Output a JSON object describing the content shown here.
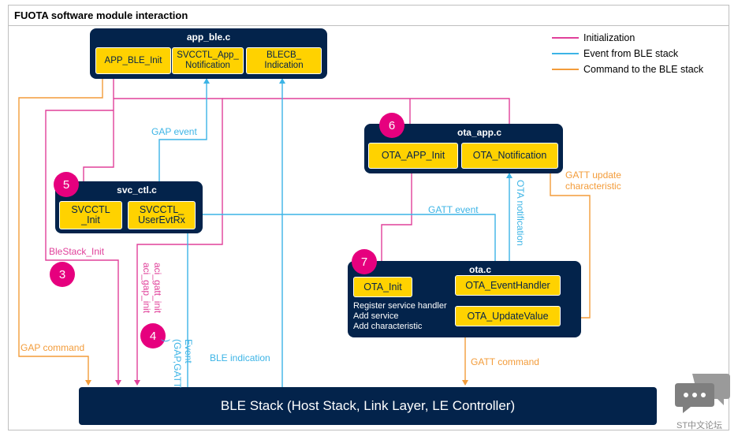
{
  "title": "FUOTA software module interaction",
  "colors": {
    "module_bg": "#03234b",
    "function_bg": "#ffd200",
    "initialization": "#e0409a",
    "event": "#3cb4e6",
    "command": "#f39c3a",
    "badge": "#e6007e"
  },
  "legend": [
    {
      "label": "Initialization",
      "color": "#e0409a"
    },
    {
      "label": "Event from BLE stack",
      "color": "#3cb4e6"
    },
    {
      "label": "Command to the BLE stack",
      "color": "#f39c3a"
    }
  ],
  "modules": {
    "app_ble": {
      "title": "app_ble.c",
      "functions": [
        "APP_BLE_Init",
        "SVCCTL_App_\nNotification",
        "BLECB_\nIndication"
      ]
    },
    "svc_ctl": {
      "title": "svc_ctl.c",
      "badge": "5",
      "functions": [
        "SVCCTL\n_Init",
        "SVCCTL_\nUserEvtRx"
      ]
    },
    "ota_app": {
      "title": "ota_app.c",
      "badge": "6",
      "functions": [
        "OTA_APP_Init",
        "OTA_Notification"
      ]
    },
    "ota": {
      "title": "ota.c",
      "badge": "7",
      "functions": [
        "OTA_Init",
        "OTA_EventHandler",
        "OTA_UpdateValue"
      ],
      "notes": [
        "Register service handler",
        "Add service",
        "Add characteristic"
      ]
    },
    "ble_stack": {
      "title": "BLE Stack (Host Stack, Link Layer, LE Controller)"
    }
  },
  "badges": {
    "three": "3",
    "four": "4"
  },
  "labels": {
    "gap_event": "GAP event",
    "gatt_event": "GATT event",
    "ota_notification": "OTA notification",
    "gatt_update": "GATT update\ncharacteristic",
    "blestack_init": "BleStack_Init",
    "aci_init": "aci_gatt_init\naci_gap_init",
    "event_gap_gatt": "Event\n(GAP,GATT\n)",
    "ble_indication": "BLE indication",
    "gap_command": "GAP command",
    "gatt_command": "GATT command"
  },
  "watermark": "ST中文论坛"
}
